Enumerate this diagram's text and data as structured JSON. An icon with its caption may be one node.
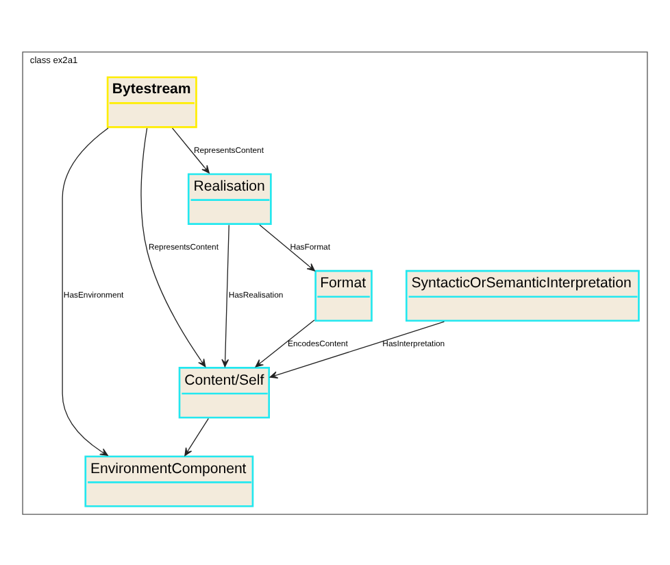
{
  "diagram": {
    "nodes": [
      {
        "text": [
          "class ex2a1"
        ]
      },
      {
        "text": [
          "Bytestream"
        ],
        "in": 0
      },
      {
        "text": [
          "EnvironmentComponent"
        ],
        "in": 0
      },
      {
        "text": [
          "Content/Self"
        ],
        "in": 0
      },
      {
        "text": [
          "Realisation"
        ],
        "in": 0
      },
      {
        "text": [
          "Format"
        ],
        "in": 0
      },
      {
        "text": [
          "SyntacticOrSemanticInterpretation"
        ],
        "in": 0
      }
    ],
    "edges": [
      {
        "from": 1,
        "to": 2,
        "arrow": "to",
        "label": "HasEnvironment"
      },
      {
        "from": 1,
        "to": 3,
        "arrow": "to",
        "label": "RepresentsContent"
      },
      {
        "from": 3,
        "to": 2,
        "arrow": "to"
      },
      {
        "from": 1,
        "to": 4,
        "arrow": "to",
        "label": "RepresentsContent"
      },
      {
        "from": 4,
        "to": 3,
        "arrow": "to",
        "label": "HasRealisation"
      },
      {
        "from": 4,
        "to": 5,
        "arrow": "to",
        "label": "HasFormat"
      },
      {
        "from": 5,
        "to": 3,
        "arrow": "to",
        "label": "EncodesContent"
      },
      {
        "from": 6,
        "to": 3,
        "arrow": "to",
        "label": "HasInterpretation"
      }
    ]
  }
}
